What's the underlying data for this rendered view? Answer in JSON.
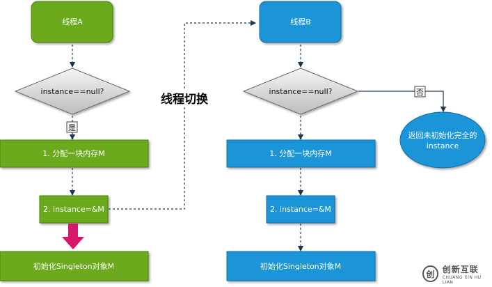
{
  "diagram": {
    "threadA": {
      "title": "线程A",
      "condition": "instance==null?",
      "yes_label": "是",
      "step1": "1. 分配一块内存M",
      "step2": "2. instance=&M",
      "step3": "初始化Singleton对象M"
    },
    "switch_label": "线程切换",
    "threadB": {
      "title": "线程B",
      "condition": "instance==null?",
      "no_label": "否",
      "result": [
        "返回未初始化完全的",
        "instance"
      ],
      "step1": "1. 分配一块内存M",
      "step2": "2. instance=&M",
      "step3": "初始化Singleton对象M"
    },
    "colors": {
      "green": "#6aaa1e",
      "blue": "#1b95d8",
      "diamond": "#cfcfcf",
      "connector": "#1f3a52",
      "arrow": "#d6186c"
    }
  },
  "watermark": {
    "logo_glyph": "创",
    "name": "创新互联",
    "sub": "CHUANG XIN HU LIAN"
  }
}
